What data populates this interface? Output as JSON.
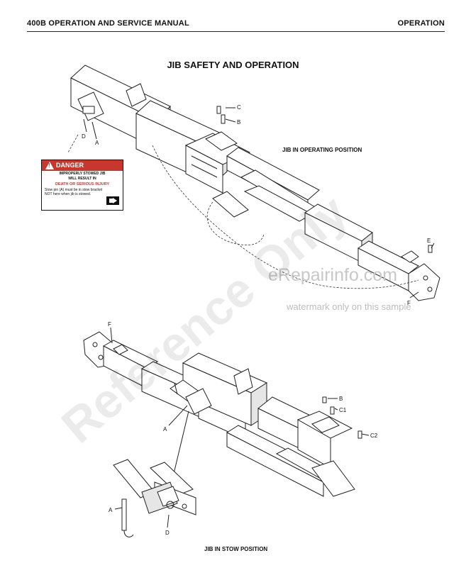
{
  "header": {
    "left": "400B OPERATION AND SERVICE MANUAL",
    "right": "OPERATION"
  },
  "title": "JIB SAFETY AND OPERATION",
  "captions": {
    "operating": "JIB IN OPERATING POSITION",
    "stow": "JIB IN STOW POSITION"
  },
  "callouts_top": {
    "c": "C",
    "b": "B",
    "d": "D",
    "a": "A",
    "e": "E",
    "f": "F"
  },
  "callouts_bottom": {
    "f": "F",
    "b": "B",
    "c1": "C1",
    "c2": "C2",
    "a_upper": "A",
    "a_lower": "A",
    "d": "D"
  },
  "danger_decal": {
    "heading": "DANGER",
    "line1": "IMPROPERLY STOWED JIB",
    "line2": "WILL RESULT IN",
    "warning": "DEATH OR SERIOUS INJURY",
    "body": "Stow pin (A) must be in stow bracket NOT here when jib is stowed."
  },
  "watermarks": {
    "site": "eRepairinfo.com",
    "note": "watermark only on this sample",
    "diagonal": "Reference Only"
  }
}
